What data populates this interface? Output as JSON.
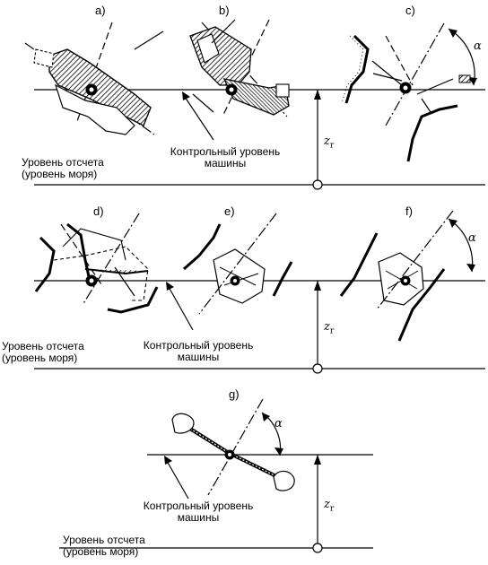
{
  "panels": [
    {
      "id": "a",
      "label": "a)"
    },
    {
      "id": "b",
      "label": "b)"
    },
    {
      "id": "c",
      "label": "c)"
    },
    {
      "id": "d",
      "label": "d)"
    },
    {
      "id": "e",
      "label": "e)"
    },
    {
      "id": "f",
      "label": "f)"
    },
    {
      "id": "g",
      "label": "g)"
    }
  ],
  "labels": {
    "reference_level": [
      "Уровень отсчета",
      "(уровень моря)"
    ],
    "machine_level": [
      "Контрольный уровень",
      "машины"
    ],
    "height": "z",
    "height_sub": "r",
    "angle": "α"
  }
}
